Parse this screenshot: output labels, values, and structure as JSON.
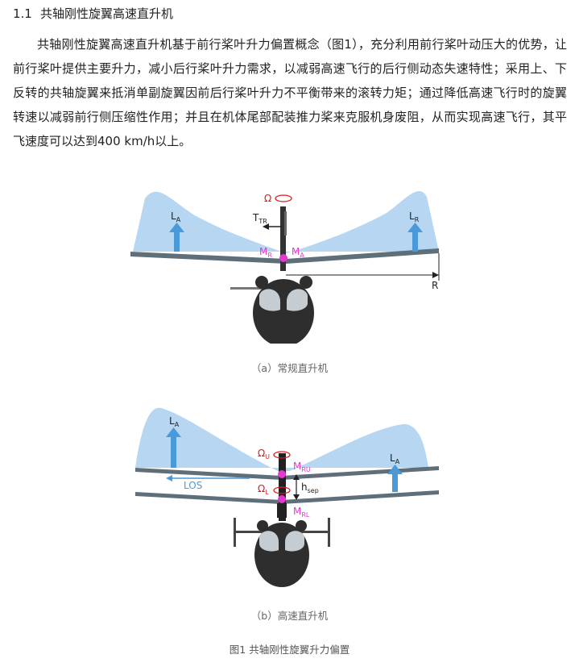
{
  "section": {
    "number": "1.1",
    "title": "共轴刚性旋翼高速直升机"
  },
  "paragraph": "共轴刚性旋翼高速直升机基于前行桨叶升力偏置概念（图1），充分利用前行桨叶动压大的优势，让前行桨叶提供主要升力，减小后行桨叶升力需求，以减弱高速飞行的后行侧动态失速特性；采用上、下反转的共轴旋翼来抵消单副旋翼因前后行桨叶升力不平衡带来的滚转力矩；通过降低高速飞行时的旋翼转速以减弱前行侧压缩性作用；并且在机体尾部配装推力桨来克服机身废阻，从而实现高速飞行，其平飞速度可以达到400 km/h以上。",
  "figure_a": {
    "caption": "（a）常规直升机",
    "labels": {
      "omega": "Ω",
      "tail": "T",
      "tail_sub": "TR",
      "lift_left": "L",
      "lift_left_sub": "A",
      "lift_right": "L",
      "lift_right_sub": "R",
      "moment_left": "M",
      "moment_left_sub": "R",
      "moment_right": "M",
      "moment_right_sub": "A",
      "radius": "R"
    }
  },
  "figure_b": {
    "caption": "（b）高速直升机",
    "labels": {
      "lift_left": "L",
      "lift_left_sub": "A",
      "lift_right": "L",
      "lift_right_sub": "A",
      "omega_upper": "Ω",
      "omega_upper_sub": "U",
      "omega_lower": "Ω",
      "omega_lower_sub": "L",
      "moment_upper": "M",
      "moment_upper_sub": "RU",
      "moment_lower": "M",
      "moment_lower_sub": "RL",
      "separation": "h",
      "separation_sub": "sep",
      "los": "LOS"
    }
  },
  "figure_title": "图1 共轴刚性旋翼升力偏置",
  "colors": {
    "lift_fill": "#a9cfee",
    "arrow": "#4a9ad9",
    "magenta": "#e23ad0",
    "red": "#d81c1c",
    "blade": "#5f6f7a"
  }
}
